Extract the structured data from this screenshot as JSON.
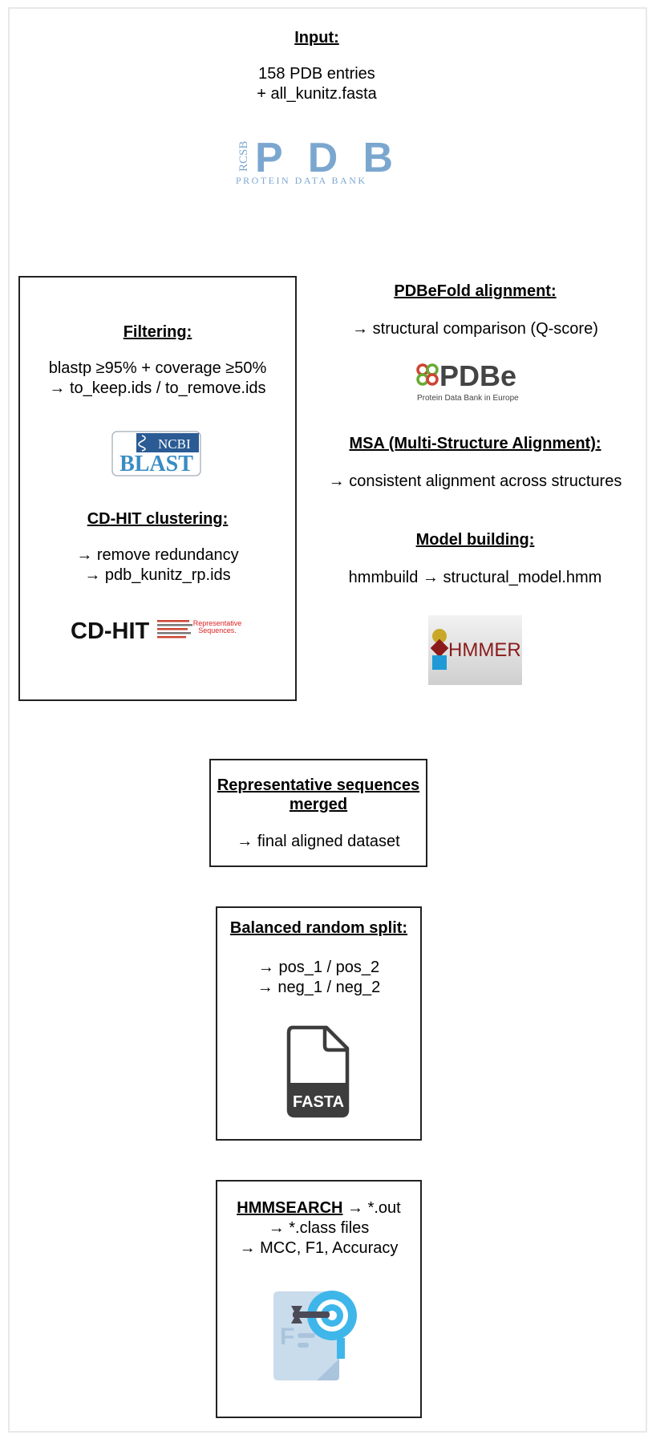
{
  "input": {
    "heading": "Input:",
    "lines": [
      "158 PDB entries",
      "+ all_kunitz.fasta"
    ],
    "logo": {
      "name": "pdb-logo",
      "text": "PDB",
      "side": "RCSB",
      "sub": "PROTEIN DATA BANK",
      "color": "#7ba7cf"
    }
  },
  "filtering": {
    "heading": "Filtering:",
    "lines": [
      "blastp ≥95% + coverage ≥50%",
      "→ to_keep.ids / to_remove.ids"
    ],
    "blast_logo": {
      "top": "NCBI",
      "bottom": "BLAST",
      "color": "#3a7fc0"
    }
  },
  "cdhit": {
    "heading": "CD-HIT clustering:",
    "lines": [
      "→ remove redundancy",
      "→ pdb_kunitz_rp.ids"
    ],
    "logo": {
      "text": "CD-HIT",
      "tag": "Representative Sequences."
    }
  },
  "pdbefold": {
    "heading": "PDBeFold alignment:",
    "line": "→ structural comparison (Q-score)",
    "logo": {
      "text": "PDBe",
      "sub": "Protein Data Bank in Europe"
    }
  },
  "msa": {
    "heading": "MSA (Multi-Structure Alignment):",
    "line": "→ consistent alignment across structures"
  },
  "model": {
    "heading": "Model building:",
    "line": "hmmbuild → structural_model.hmm",
    "logo": {
      "text": "HMMER"
    }
  },
  "merged": {
    "heading_lines": [
      "Representative sequences",
      "merged"
    ],
    "line": "→ final aligned dataset"
  },
  "split": {
    "heading": "Balanced random split:",
    "lines": [
      "→ pos_1 / pos_2",
      "→ neg_1 / neg_2"
    ],
    "icon_label": "FASTA"
  },
  "search": {
    "heading": "HMMSEARCH",
    "heading_suffix": " → *.out",
    "lines": [
      "→ *.class files",
      "→ MCC, F1, Accuracy"
    ]
  }
}
